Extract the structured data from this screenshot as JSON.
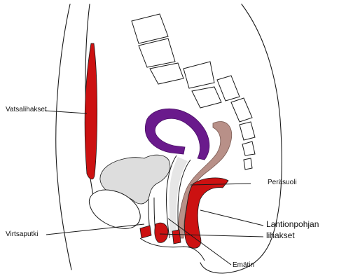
{
  "labels": {
    "abdominal_muscles": "Vatsalihakset",
    "urethra": "Virtsaputki",
    "rectum": "Peräsuoli",
    "pelvic_floor_line1": "Lantionpohjan",
    "pelvic_floor_line2": "lihakset",
    "vagina": "Emätin"
  },
  "colors": {
    "outline": "#1a1a1a",
    "muscle_red": "#cc1111",
    "uterus_purple": "#6a1a8c",
    "rectum_brown": "#b89088",
    "bladder_gray": "#dddddd",
    "background": "#ffffff"
  }
}
